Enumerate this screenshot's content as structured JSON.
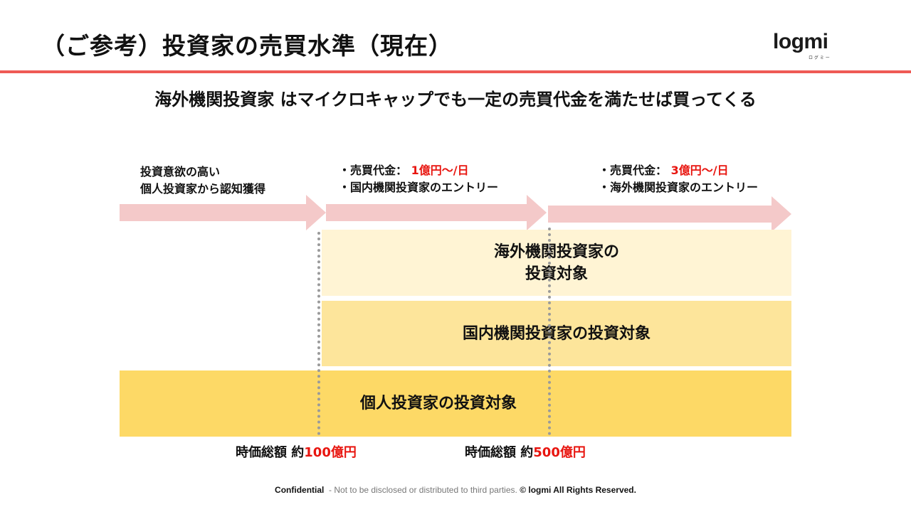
{
  "header": {
    "title": "（ご参考）投資家の売買水準（現在）",
    "logo": "logmi",
    "logo_sub": "ロ グ ミ ー"
  },
  "headline": "海外機関投資家 はマイクロキャップでも一定の売買代金を満たせば買ってくる",
  "stages": [
    {
      "line1": "投資意欲の高い",
      "line2": "個人投資家から認知獲得"
    },
    {
      "line1_label": "・売買代金：",
      "line1_value": "1億円～/日",
      "line2": "・国内機関投資家のエントリー"
    },
    {
      "line1_label": "・売買代金：",
      "line1_value": "3億円～/日",
      "line2": "・海外機関投資家のエントリー"
    }
  ],
  "bands": {
    "foreign_line1": "海外機関投資家の",
    "foreign_line2": "投資対象",
    "domestic": "国内機関投資家の投資対象",
    "individual": "個人投資家の投資対象"
  },
  "caps": [
    {
      "label": "時価総額  約",
      "value": "100億円"
    },
    {
      "label": "時価総額  約",
      "value": "500億円"
    }
  ],
  "footer": {
    "confidential": "Confidential",
    "note": "- Not to be disclosed or distributed to third parties.",
    "copyright": "© logmi All Rights Reserved."
  },
  "colors": {
    "accent_red": "#ef5a55",
    "highlight_red": "#e8150f",
    "arrow_pink": "#f4c9c9",
    "band_light": "#fff4d4",
    "band_mid": "#fde59b",
    "band_dark": "#fdd966"
  }
}
